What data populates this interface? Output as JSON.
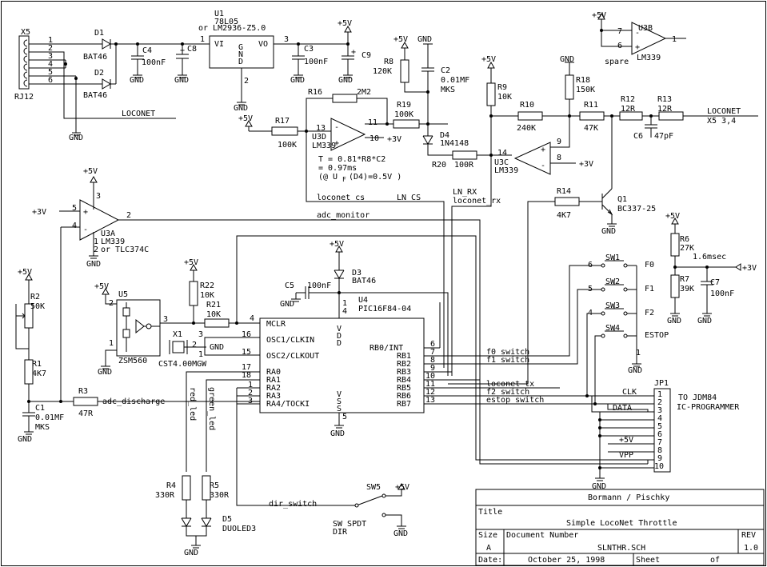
{
  "title_block": {
    "company": "Bormann / Pischky",
    "title_label": "Title",
    "title": "Simple LocoNet Throttle",
    "size_label": "Size",
    "size": "A",
    "docnum_label": "Document Number",
    "docnum": "SLNTHR.SCH",
    "rev_label": "REV",
    "rev": "1.0",
    "date_label": "Date:",
    "date": "October 25, 1998",
    "sheet_label": "Sheet",
    "of_label": "of"
  },
  "labels": {
    "u1_ref": "U1",
    "u1_val": "78L05",
    "u1_alt": "or LM2936-Z5.0",
    "u1_vi": "VI",
    "u1_vo": "VO",
    "u1_gnd": "G\nN\nD",
    "x5": "X5",
    "rj12": "RJ12",
    "d1": "D1",
    "d1_val": "BAT46",
    "d2": "D2",
    "d2_val": "BAT46",
    "c4": "C4",
    "c4_val": "100nF",
    "c8": "C8",
    "c3": "C3",
    "c3_val": "100nF",
    "c9": "C9",
    "plus5v": "+5V",
    "plus3v": "+3V",
    "gnd": "GND",
    "loconet": "LOCONET",
    "x5_34": "X5 3,4",
    "r8": "R8",
    "r8_val": "120K",
    "c2": "C2",
    "c2_val": "0.01MF",
    "c2_type": "MKS",
    "r16": "R16",
    "r16_val": "2M2",
    "r17": "R17",
    "r17_val": "100K",
    "r19": "R19",
    "r19_val": "100K",
    "u3d": "U3D",
    "u3d_val": "LM339",
    "d4": "D4",
    "d4_val": "1N4148",
    "r20": "R20",
    "r20_val": "100R",
    "t1": "T  = 0.81*R8*C2",
    "t2": "   = 0.97ms",
    "t3": "(@ U",
    "t3b": "F",
    "t3c": "(D4)=0.5V )",
    "r9": "R9",
    "r9_val": "10K",
    "r10": "R10",
    "r10_val": "240K",
    "r18": "R18",
    "r18_val": "150K",
    "r11": "R11",
    "r11_val": "47K",
    "r12": "R12",
    "r12_val": "12R",
    "r13": "R13",
    "r13_val": "12R",
    "c6": "C6",
    "c6_val": "47pF",
    "u3c": "U3C",
    "u3c_val": "LM339",
    "u3b": "U3B",
    "u3b_val": "LM339",
    "spare": "spare",
    "loconet_cs": "loconet_cs",
    "ln_cs": "LN_CS",
    "ln_rx": "LN_RX",
    "loconet_rx": "loconet_rx",
    "r14": "R14",
    "r14_val": "4K7",
    "q1": "Q1",
    "q1_val": "BC337-25",
    "u3a": "U3A",
    "u3a_val": "LM339",
    "u3a_alt": "or TLC374C",
    "adc_monitor": "adc_monitor",
    "adc_discharge": "adc_discharge",
    "r2": "R2",
    "r2_val": "50K",
    "r1": "R1",
    "r1_val": "4K7",
    "c1": "C1",
    "c1_val": "0.01MF",
    "c1_type": "MKS",
    "r3": "R3",
    "r3_val": "47R",
    "u5": "U5",
    "u5_val": "ZSM560",
    "r22": "R22",
    "r22_val": "10K",
    "r21": "R21",
    "r21_val": "10K",
    "x1": "X1",
    "x1_val": "CST4.00MGW",
    "c5": "C5",
    "c5_val": "100nF",
    "d3": "D3",
    "d3_val": "BAT46",
    "u4": "U4",
    "u4_val": "PIC16F84-04",
    "mclr": "MCLR",
    "osc1": "OSC1/CLKIN",
    "osc2": "OSC2/CLKOUT",
    "ra0": "RA0",
    "ra1": "RA1",
    "ra2": "RA2",
    "ra3": "RA3",
    "ra4": "RA4/TOCKI",
    "rb0": "RB0/INT",
    "rb1": "RB1",
    "rb2": "RB2",
    "rb3": "RB3",
    "rb4": "RB4",
    "rb5": "RB5",
    "rb6": "RB6",
    "rb7": "RB7",
    "vdd": "V\nD\nD",
    "vss": "V\nS\nS",
    "f0_switch": "f0_switch",
    "f1_switch": "f1_switch",
    "loconet_tx": "loconet_tx",
    "f2_switch": "f2_switch",
    "estop_switch": "estop_switch",
    "dir_switch": "dir_switch",
    "red_led": "red_led",
    "green_led": "green_led",
    "sw1": "SW1",
    "sw2": "SW2",
    "sw3": "SW3",
    "sw4": "SW4",
    "f0": "F0",
    "f1": "F1",
    "f2": "F2",
    "estop": "ESTOP",
    "r6": "R6",
    "r6_val": "27K",
    "r7": "R7",
    "r7_val": "39K",
    "c7": "C7",
    "c7_val": "100nF",
    "time_1_6": "1.6msec",
    "jp1": "JP1",
    "clk": "CLK",
    "data": "DATA",
    "vpp": "VPP",
    "jdm1": "TO JDM84",
    "jdm2": "IC-PROGRAMMER",
    "r4": "R4",
    "r4_val": "330R",
    "r5": "R5",
    "r5_val": "330R",
    "d5": "D5",
    "d5_val": "DUOLED3",
    "sw5": "SW5",
    "sw5_val": "SW SPDT",
    "sw5_dir": "DIR"
  },
  "pin_numbers": [
    "1",
    "2",
    "3",
    "4",
    "5",
    "6",
    "7",
    "8",
    "9",
    "10",
    "11",
    "12",
    "13",
    "14",
    "15",
    "16",
    "17",
    "18"
  ]
}
